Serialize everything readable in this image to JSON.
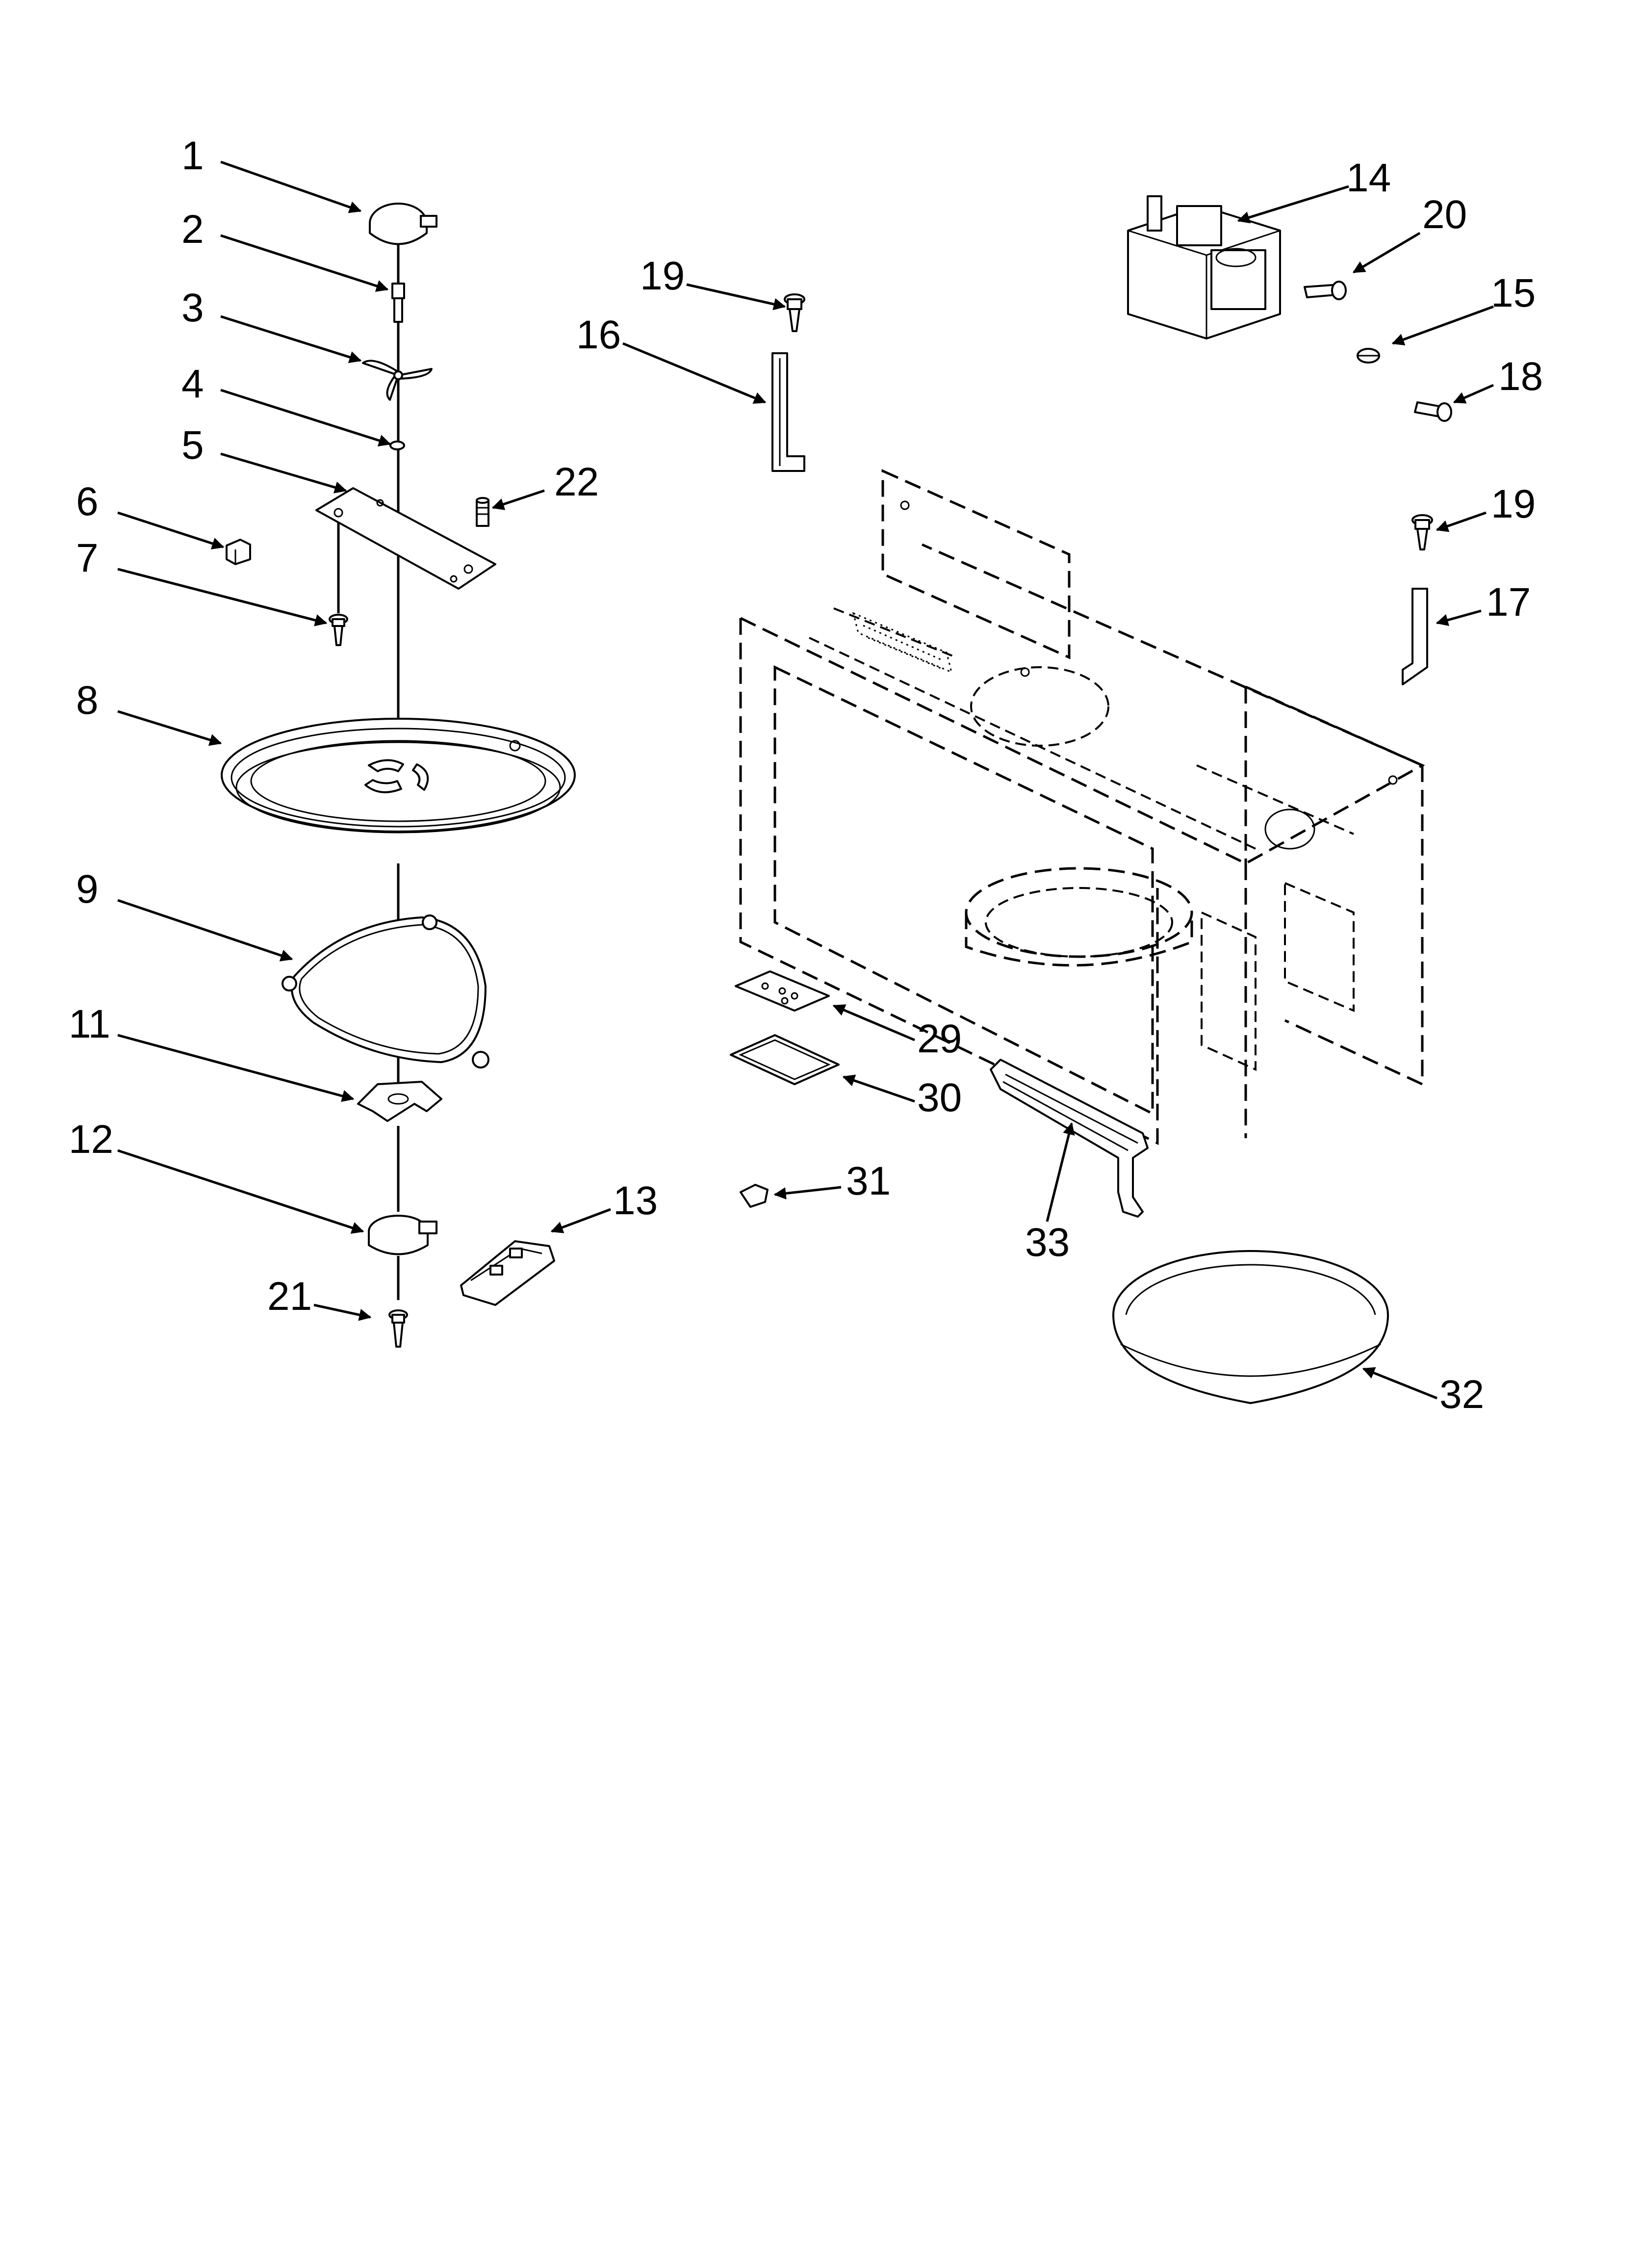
{
  "diagram": {
    "callouts": [
      {
        "id": "c1",
        "label": "1"
      },
      {
        "id": "c2",
        "label": "2"
      },
      {
        "id": "c3",
        "label": "3"
      },
      {
        "id": "c4",
        "label": "4"
      },
      {
        "id": "c5",
        "label": "5"
      },
      {
        "id": "c6",
        "label": "6"
      },
      {
        "id": "c7",
        "label": "7"
      },
      {
        "id": "c8",
        "label": "8"
      },
      {
        "id": "c9",
        "label": "9"
      },
      {
        "id": "c11",
        "label": "11"
      },
      {
        "id": "c12",
        "label": "12"
      },
      {
        "id": "c13",
        "label": "13"
      },
      {
        "id": "c14",
        "label": "14"
      },
      {
        "id": "c15",
        "label": "15"
      },
      {
        "id": "c16",
        "label": "16"
      },
      {
        "id": "c17",
        "label": "17"
      },
      {
        "id": "c18",
        "label": "18"
      },
      {
        "id": "c19a",
        "label": "19"
      },
      {
        "id": "c19b",
        "label": "19"
      },
      {
        "id": "c20",
        "label": "20"
      },
      {
        "id": "c21",
        "label": "21"
      },
      {
        "id": "c22",
        "label": "22"
      },
      {
        "id": "c29",
        "label": "29"
      },
      {
        "id": "c30",
        "label": "30"
      },
      {
        "id": "c31",
        "label": "31"
      },
      {
        "id": "c32",
        "label": "32"
      },
      {
        "id": "c33",
        "label": "33"
      }
    ]
  }
}
